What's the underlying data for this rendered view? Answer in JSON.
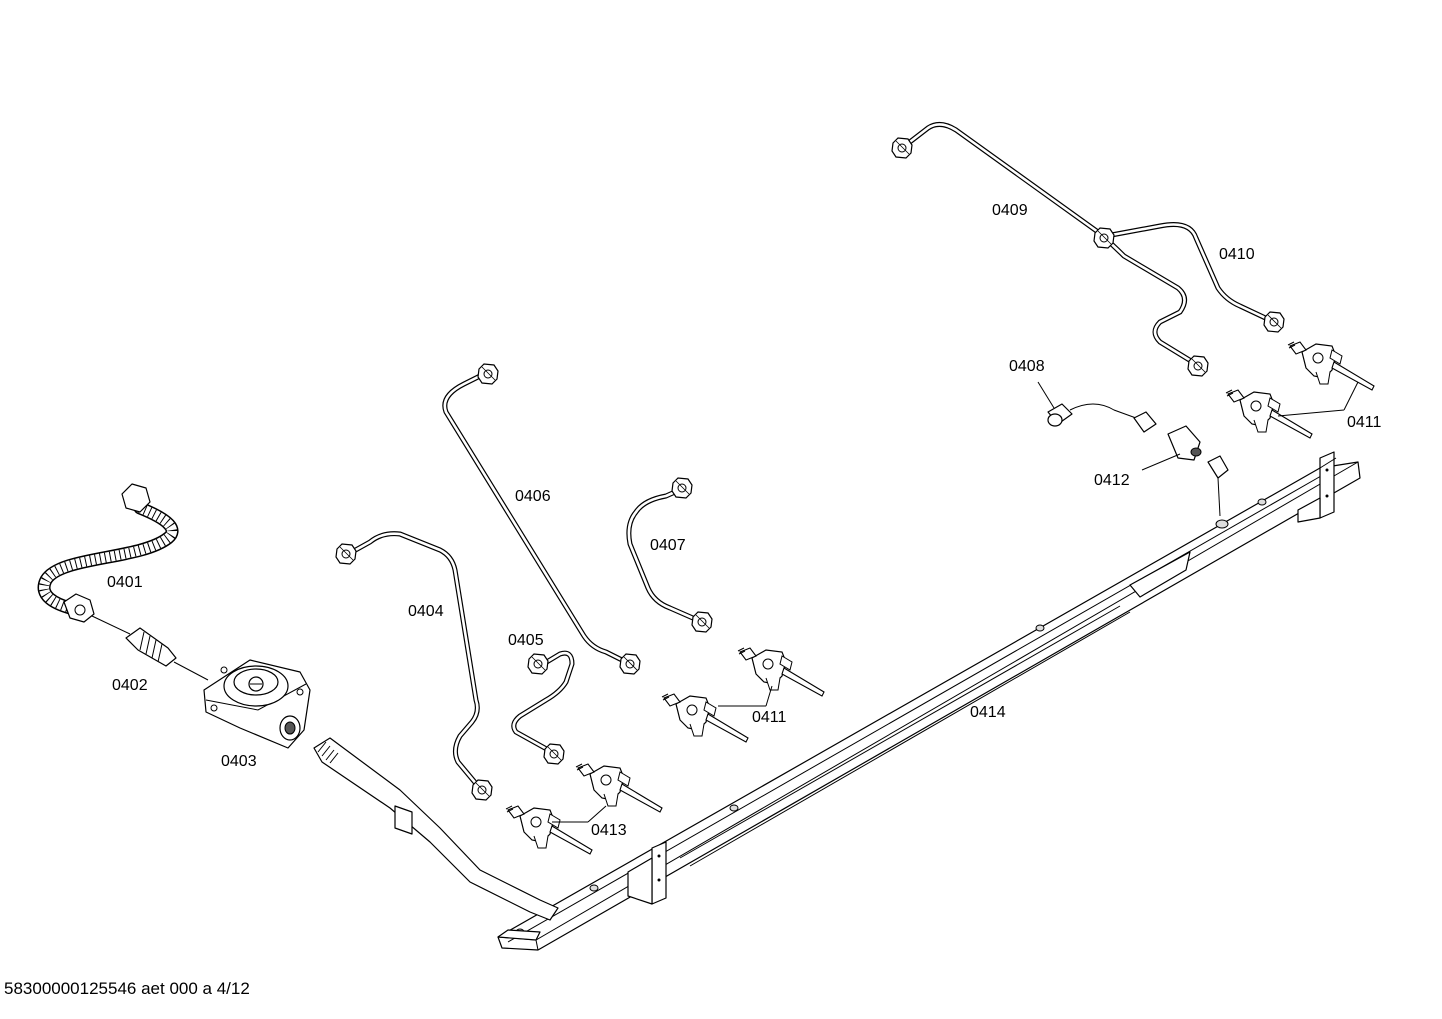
{
  "parts": {
    "p0401": "0401",
    "p0402": "0402",
    "p0403": "0403",
    "p0404": "0404",
    "p0405": "0405",
    "p0406": "0406",
    "p0407": "0407",
    "p0408": "0408",
    "p0409": "0409",
    "p0410": "0410",
    "p0411_a": "0411",
    "p0411_b": "0411",
    "p0412": "0412",
    "p0413": "0413",
    "p0414": "0414"
  },
  "footer": {
    "document_id": "58300000125546 aet 000 a 4/12"
  }
}
